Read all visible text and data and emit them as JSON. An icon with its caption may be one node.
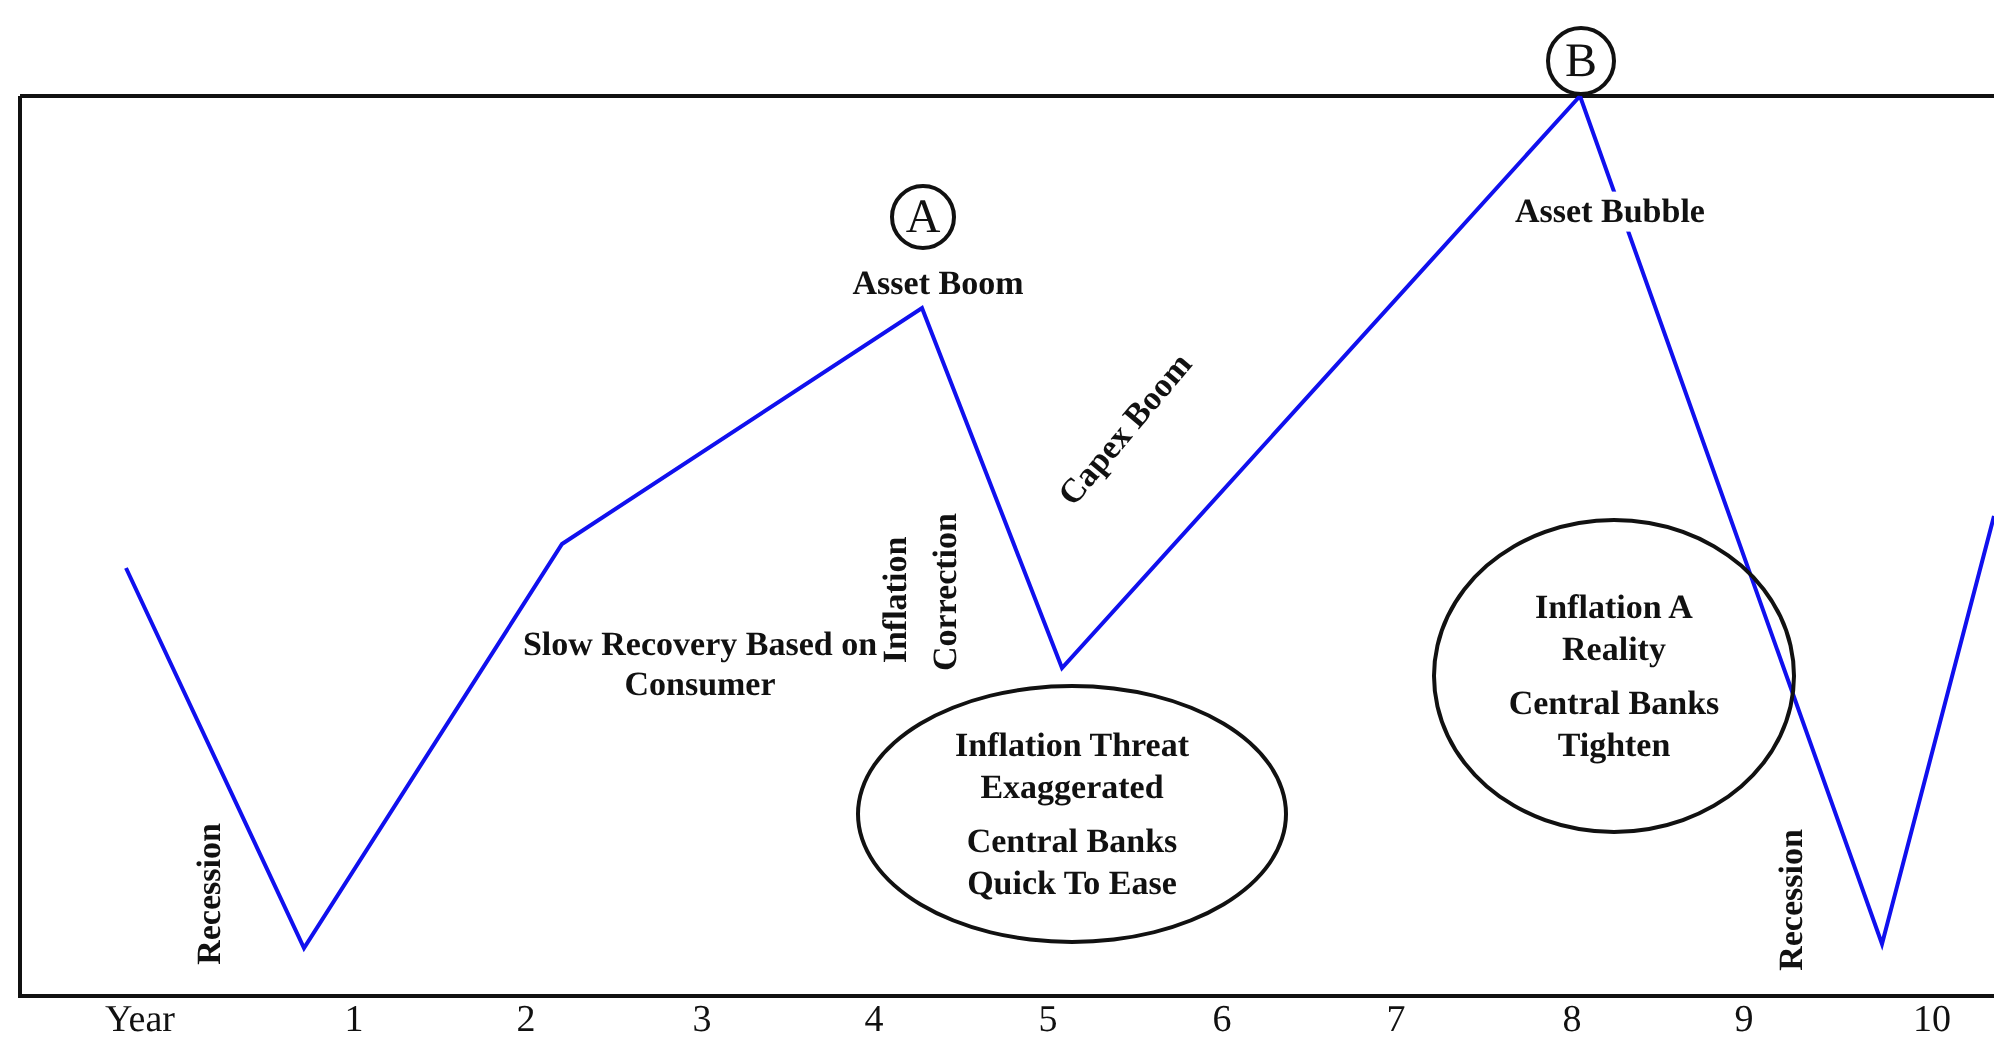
{
  "diagram": {
    "nodes": [
      {
        "text": [
          "A"
        ]
      },
      {
        "text": [
          "B"
        ]
      },
      {
        "text": [
          "Inflation Threat Exaggerated",
          "Central Banks Quick To Ease"
        ]
      },
      {
        "text": [
          "Inflation A Reality",
          "Central Banks Tighten"
        ]
      }
    ],
    "labels": [
      "Asset Boom",
      "Asset Bubble",
      "Capex Boom",
      "Slow Recovery Based on Consumer",
      "Inflation",
      "Correction",
      "Recession",
      "Recession",
      "Year",
      "1",
      "2",
      "3",
      "4",
      "5",
      "6",
      "7",
      "8",
      "9",
      "10"
    ]
  }
}
